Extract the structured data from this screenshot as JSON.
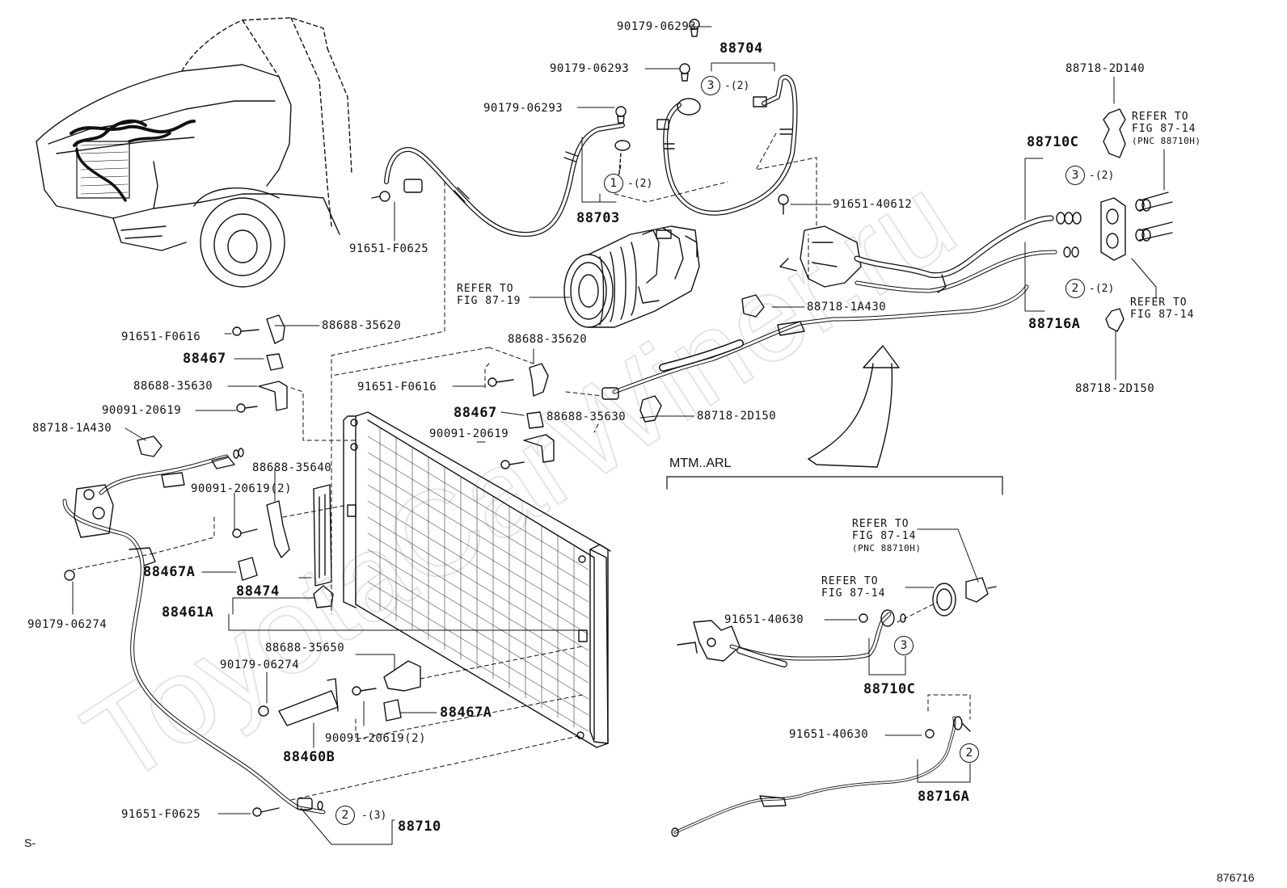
{
  "watermark": "ToyotaCarWiner.ru",
  "variant_label": "MTM..ARL",
  "section_mark": "S-",
  "illustration_number": "876716",
  "refer_notes": {
    "fig_87_19": {
      "line1": "REFER TO",
      "line2": "FIG 87-19"
    },
    "fig_87_14_top": {
      "line1": "REFER TO",
      "line2": "FIG 87-14",
      "line3": "(PNC 88710H)"
    },
    "fig_87_14_right": {
      "line1": "REFER TO",
      "line2": "FIG 87-14"
    },
    "fig_87_14_sub_a": {
      "line1": "REFER TO",
      "line2": "FIG 87-14",
      "line3": "(PNC 88710H)"
    },
    "fig_87_14_sub_b": {
      "line1": "REFER TO",
      "line2": "FIG 87-14"
    }
  },
  "circled": {
    "c1": "1",
    "c2": "3",
    "c3": "3",
    "c4": "2",
    "c5": "2",
    "c6": "3",
    "c7": "2"
  },
  "quantities": {
    "q1": "-(2)",
    "q2": "-(2)",
    "q3": "-(2)",
    "q4": "-(2)",
    "q5": "-(3)"
  },
  "parts": {
    "p01": "90179-06293",
    "p02": "88704",
    "p03": "90179-06293",
    "p04": "90179-06293",
    "p05": "88718-2D140",
    "p06": "88710C",
    "p07": "91651-40612",
    "p08": "88703",
    "p09": "91651-F0625",
    "p10": "88718-1A430",
    "p11": "88716A",
    "p12": "91651-F0616",
    "p13": "88688-35620",
    "p14": "88467",
    "p15": "88688-35630",
    "p16": "90091-20619",
    "p17": "88718-1A430",
    "p18": "88688-35620",
    "p19": "91651-F0616",
    "p20": "88467",
    "p21": "88688-35630",
    "p22": "88718-2D150",
    "p23": "90091-20619",
    "p24": "88718-2D150",
    "p25": "88688-35640",
    "p26": "90091-20619(2)",
    "p27": "88467A",
    "p28": "88474",
    "p29": "88461A",
    "p30": "90179-06274",
    "p31": "88688-35650",
    "p32": "90179-06274",
    "p33": "88467A",
    "p34": "90091-20619(2)",
    "p35": "88460B",
    "p36": "91651-F0625",
    "p37": "88710",
    "p38": "91651-40630",
    "p39": "88710C",
    "p40": "91651-40630",
    "p41": "88716A"
  }
}
